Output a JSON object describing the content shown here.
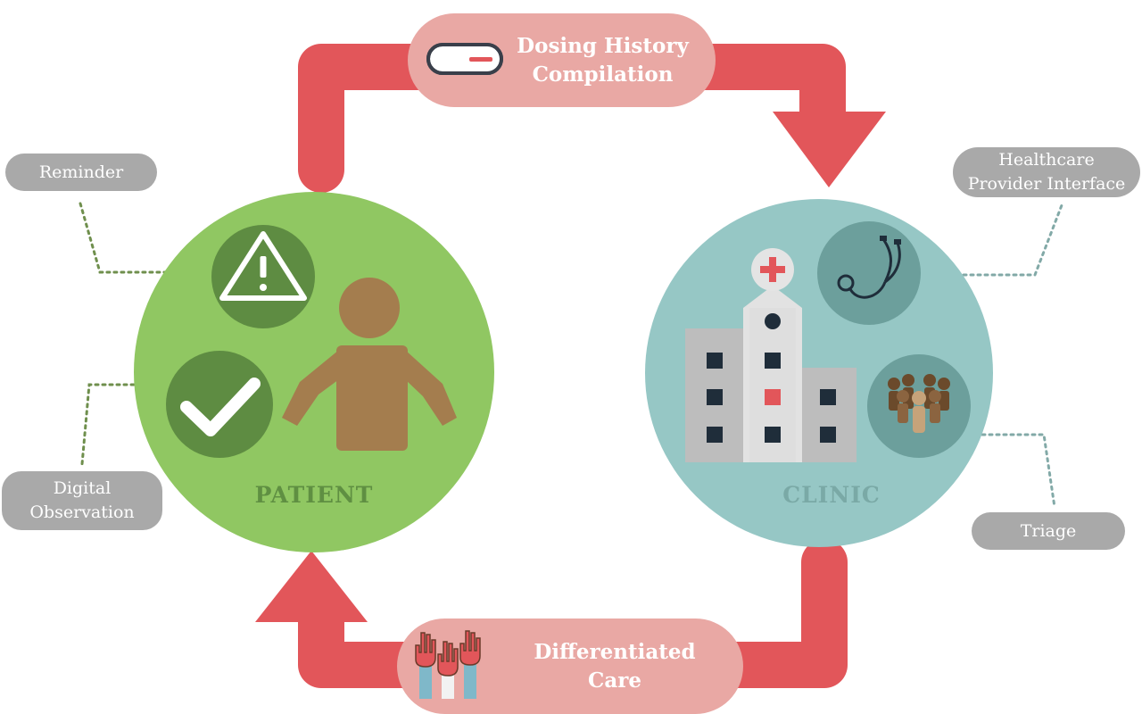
{
  "flow": {
    "top_label": "Dosing History\nCompilation",
    "bottom_label": "Differentiated Care"
  },
  "patient": {
    "title": "PATIENT",
    "features": {
      "reminder": "Reminder",
      "digital_observation": "Digital\nObservation"
    }
  },
  "clinic": {
    "title": "CLINIC",
    "features": {
      "provider_interface": "Healthcare\nProvider Interface",
      "triage": "Triage"
    }
  },
  "colors": {
    "arrow": "#e2565a",
    "flow_pill": "#e9a8a4",
    "patient_circle": "#90c762",
    "patient_icon_bg": "#5e8c42",
    "person": "#a47d4e",
    "clinic_circle": "#96c7c5",
    "clinic_icon_bg": "#6c9f9c",
    "building": "#bdbdbd",
    "label_pill": "#a9a9a9"
  },
  "icons": {
    "top_flow": "pill-capsule-icon",
    "bottom_flow": "raised-hands-icon",
    "reminder": "warning-triangle-icon",
    "observation": "checkmark-icon",
    "patient": "person-icon",
    "clinic": "hospital-building-icon",
    "provider": "stethoscope-icon",
    "triage": "crowd-icon"
  }
}
